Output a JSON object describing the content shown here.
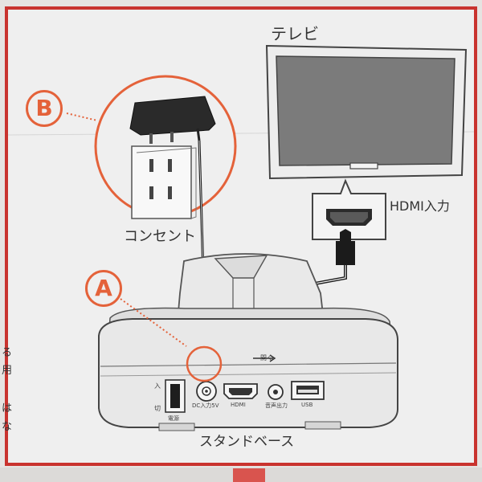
{
  "labels": {
    "tv": "テレビ",
    "hdmi_input": "HDMI入力",
    "outlet": "コンセント",
    "stand_base": "スタンドベース",
    "badge_a": "A",
    "badge_b": "B",
    "open_arrow": "開く",
    "port_dc": "DC入力5V",
    "port_hdmi": "HDMI",
    "port_audio": "音声出力",
    "port_usb": "USB",
    "switch_on": "入",
    "switch_off": "切",
    "switch_power": "電源",
    "side_text_1": "る",
    "side_text_2": "用",
    "side_text_3": "は",
    "side_text_4": "な"
  },
  "colors": {
    "accent": "#e4623a",
    "frame_red": "#c9332e",
    "tv_screen": "#7b7b7b",
    "device_body": "#e7e7e7"
  }
}
